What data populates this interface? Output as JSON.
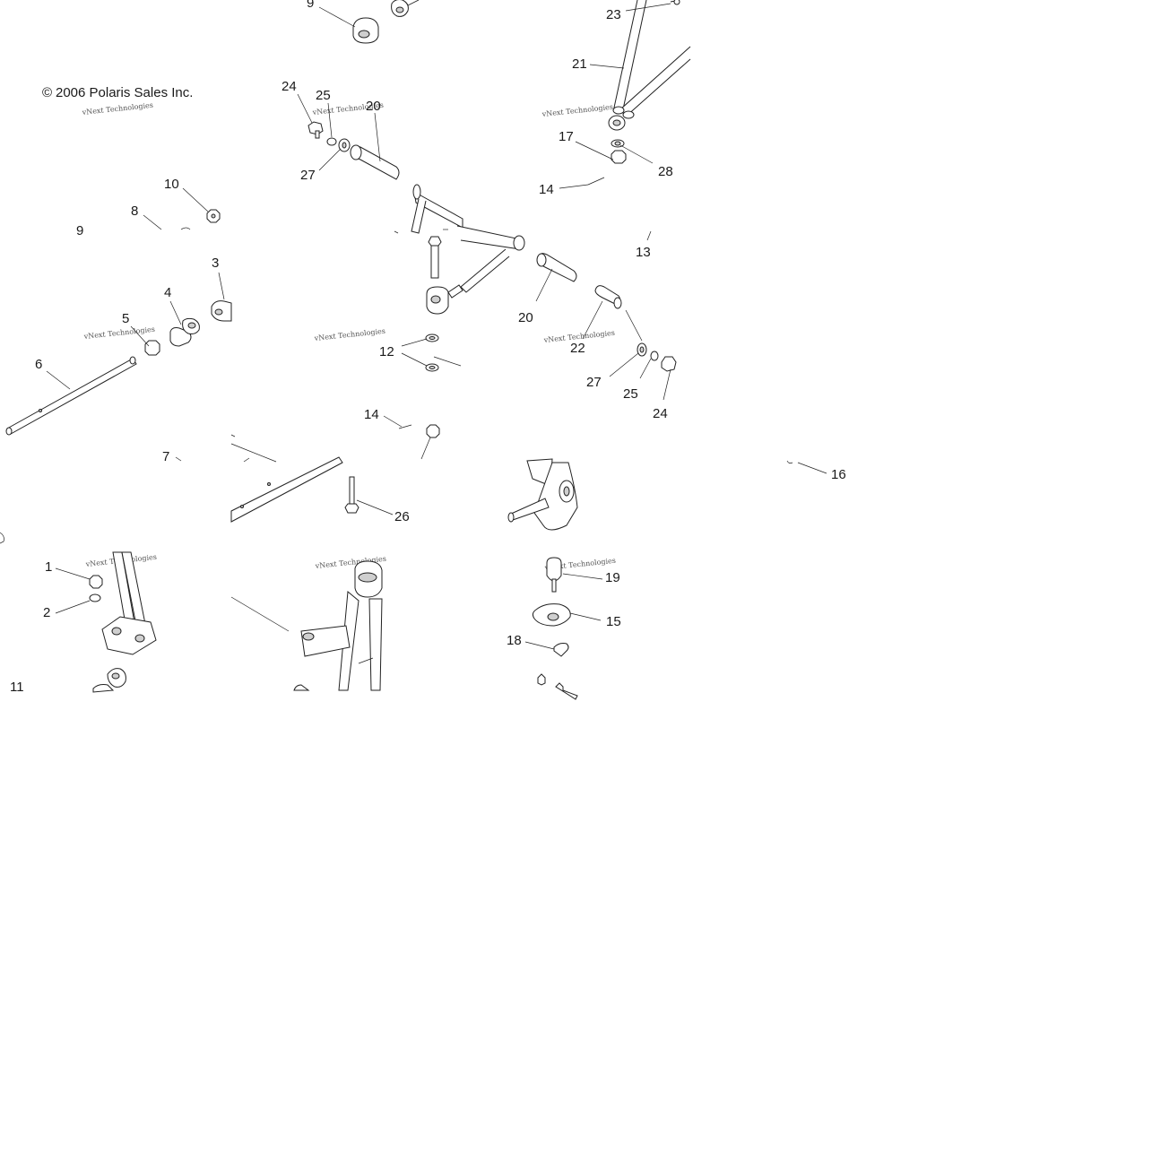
{
  "copyright": "2006 Polaris Sales Inc.",
  "copyright_symbol": "©",
  "watermark_text": "vNext Technologies",
  "callouts": [
    {
      "id": "c9a",
      "text": "9"
    },
    {
      "id": "c23",
      "text": "23"
    },
    {
      "id": "c21",
      "text": "21"
    },
    {
      "id": "c24a",
      "text": "24"
    },
    {
      "id": "c25a",
      "text": "25"
    },
    {
      "id": "c20a",
      "text": "20"
    },
    {
      "id": "c27a",
      "text": "27"
    },
    {
      "id": "c17",
      "text": "17"
    },
    {
      "id": "c28",
      "text": "28"
    },
    {
      "id": "c14a",
      "text": "14"
    },
    {
      "id": "c10",
      "text": "10"
    },
    {
      "id": "c8",
      "text": "8"
    },
    {
      "id": "c9b",
      "text": "9"
    },
    {
      "id": "c13",
      "text": "13"
    },
    {
      "id": "c3",
      "text": "3"
    },
    {
      "id": "c4",
      "text": "4"
    },
    {
      "id": "c5",
      "text": "5"
    },
    {
      "id": "c20b",
      "text": "20"
    },
    {
      "id": "c6",
      "text": "6"
    },
    {
      "id": "c12",
      "text": "12"
    },
    {
      "id": "c22",
      "text": "22"
    },
    {
      "id": "c27b",
      "text": "27"
    },
    {
      "id": "c25b",
      "text": "25"
    },
    {
      "id": "c24b",
      "text": "24"
    },
    {
      "id": "c14b",
      "text": "14"
    },
    {
      "id": "c7",
      "text": "7"
    },
    {
      "id": "c16",
      "text": "16"
    },
    {
      "id": "c26",
      "text": "26"
    },
    {
      "id": "c1",
      "text": "1"
    },
    {
      "id": "c19",
      "text": "19"
    },
    {
      "id": "c2",
      "text": "2"
    },
    {
      "id": "c15",
      "text": "15"
    },
    {
      "id": "c18",
      "text": "18"
    },
    {
      "id": "c11",
      "text": "11"
    }
  ]
}
